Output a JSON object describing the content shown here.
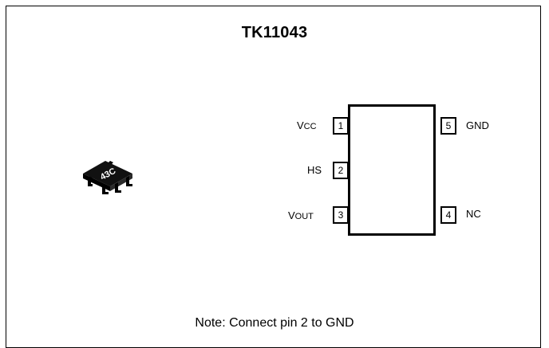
{
  "title": "TK11043",
  "note": "Note: Connect pin 2 to GND",
  "package_marking": "43C",
  "pins": [
    {
      "number": "1",
      "name_main": "V",
      "name_sub": "CC",
      "side": "left"
    },
    {
      "number": "2",
      "name_main": "HS",
      "name_sub": "",
      "side": "left"
    },
    {
      "number": "3",
      "name_main": "V",
      "name_sub": "OUT",
      "side": "left"
    },
    {
      "number": "4",
      "name_main": "NC",
      "name_sub": "",
      "side": "right"
    },
    {
      "number": "5",
      "name_main": "GND",
      "name_sub": "",
      "side": "right"
    }
  ]
}
